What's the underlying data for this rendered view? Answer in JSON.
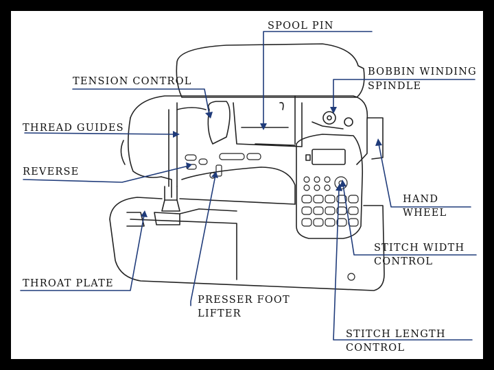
{
  "diagram": {
    "labels": {
      "spool_pin": "SPOOL PIN",
      "tension_control": "TENSION CONTROL",
      "bobbin_winding_1": "BOBBIN WINDING",
      "bobbin_winding_2": "SPINDLE",
      "thread_guides": "THREAD GUIDES",
      "reverse": "REVERSE",
      "hand_wheel_1": "HAND",
      "hand_wheel_2": "WHEEL",
      "stitch_width_1": "STITCH WIDTH",
      "stitch_width_2": "CONTROL",
      "throat_plate": "THROAT PLATE",
      "presser_foot_1": "PRESSER FOOT",
      "presser_foot_2": "LIFTER",
      "stitch_length_1": "STITCH LENGTH",
      "stitch_length_2": "CONTROL"
    },
    "colors": {
      "leader": "#1f3b7a",
      "outline": "#222222",
      "background": "#ffffff",
      "border": "#000000"
    }
  }
}
